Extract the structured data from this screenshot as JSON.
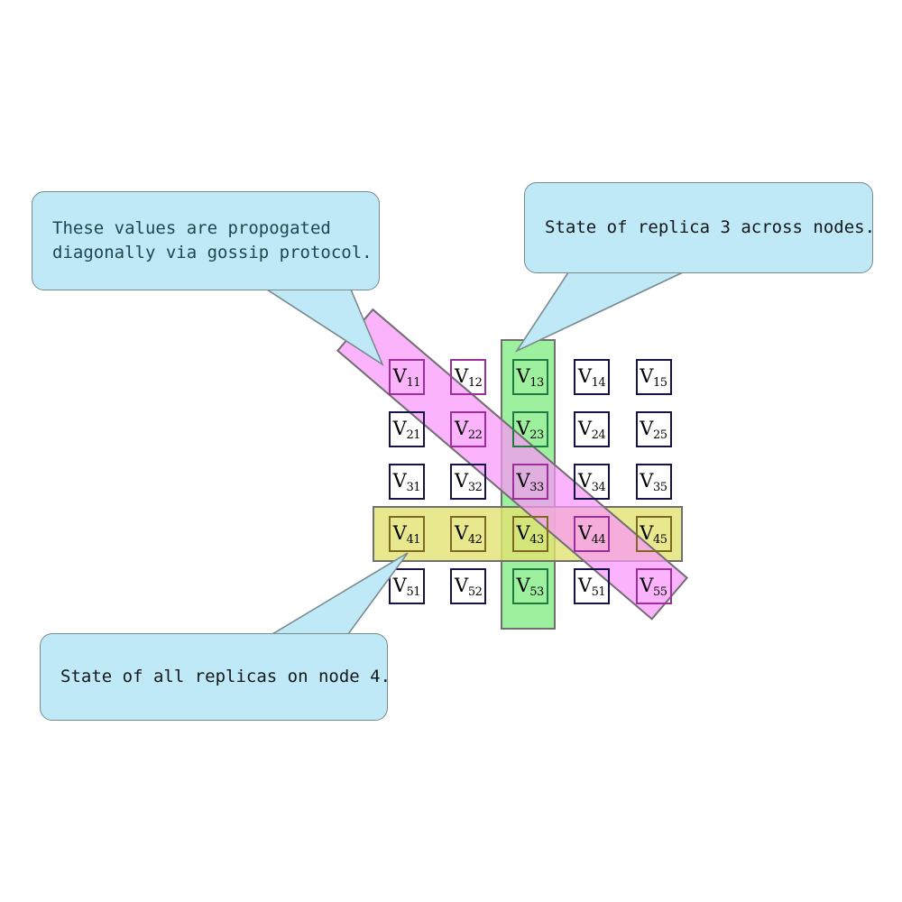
{
  "diagram": {
    "title": "Replica state grid with gossip propagation",
    "colors": {
      "callout_fill": "#bfe9f7",
      "callout_border": "#7a8a8e",
      "column_highlight": "#90ee90",
      "row_highlight": "#e2e272",
      "diagonal_highlight": "#f996f9",
      "cell_border": "#141449",
      "band_border": "#6f6f6f"
    }
  },
  "callouts": [
    {
      "id": "gossip",
      "name": "callout-gossip",
      "text": "These values are propogated\ndiagonally via gossip protocol.",
      "points_to": "diagonal-band"
    },
    {
      "id": "replica3",
      "name": "callout-replica3",
      "text": "State of replica 3 across nodes.",
      "points_to": "column-band"
    },
    {
      "id": "node4",
      "name": "callout-node4",
      "text": "State of all replicas on node 4.",
      "points_to": "row-band"
    }
  ],
  "grid": {
    "rows": 5,
    "cols": 5,
    "cells": [
      [
        {
          "v": "V",
          "sub": "11",
          "hl": "pink"
        },
        {
          "v": "V",
          "sub": "12",
          "hl": "pink"
        },
        {
          "v": "V",
          "sub": "13",
          "hl": "green"
        },
        {
          "v": "V",
          "sub": "14",
          "hl": "none"
        },
        {
          "v": "V",
          "sub": "15",
          "hl": "none"
        }
      ],
      [
        {
          "v": "V",
          "sub": "21",
          "hl": "none"
        },
        {
          "v": "V",
          "sub": "22",
          "hl": "pink"
        },
        {
          "v": "V",
          "sub": "23",
          "hl": "green"
        },
        {
          "v": "V",
          "sub": "24",
          "hl": "none"
        },
        {
          "v": "V",
          "sub": "25",
          "hl": "none"
        }
      ],
      [
        {
          "v": "V",
          "sub": "31",
          "hl": "none"
        },
        {
          "v": "V",
          "sub": "32",
          "hl": "none"
        },
        {
          "v": "V",
          "sub": "33",
          "hl": "pink"
        },
        {
          "v": "V",
          "sub": "34",
          "hl": "none"
        },
        {
          "v": "V",
          "sub": "35",
          "hl": "none"
        }
      ],
      [
        {
          "v": "V",
          "sub": "41",
          "hl": "yellow"
        },
        {
          "v": "V",
          "sub": "42",
          "hl": "yellow"
        },
        {
          "v": "V",
          "sub": "43",
          "hl": "yellow"
        },
        {
          "v": "V",
          "sub": "44",
          "hl": "pink"
        },
        {
          "v": "V",
          "sub": "45",
          "hl": "yellow"
        }
      ],
      [
        {
          "v": "V",
          "sub": "51",
          "hl": "none"
        },
        {
          "v": "V",
          "sub": "52",
          "hl": "none"
        },
        {
          "v": "V",
          "sub": "53",
          "hl": "green"
        },
        {
          "v": "V",
          "sub": "51",
          "hl": "none"
        },
        {
          "v": "V",
          "sub": "55",
          "hl": "pink"
        }
      ]
    ]
  },
  "bands": [
    {
      "id": "column",
      "name": "replica-3-column-highlight",
      "covers": "column 3, rows 1-5"
    },
    {
      "id": "row",
      "name": "node-4-row-highlight",
      "covers": "row 4, columns 1-5"
    },
    {
      "id": "diagonal",
      "name": "gossip-diagonal-highlight",
      "covers": "V11, V22, V33, V44, V55"
    }
  ]
}
